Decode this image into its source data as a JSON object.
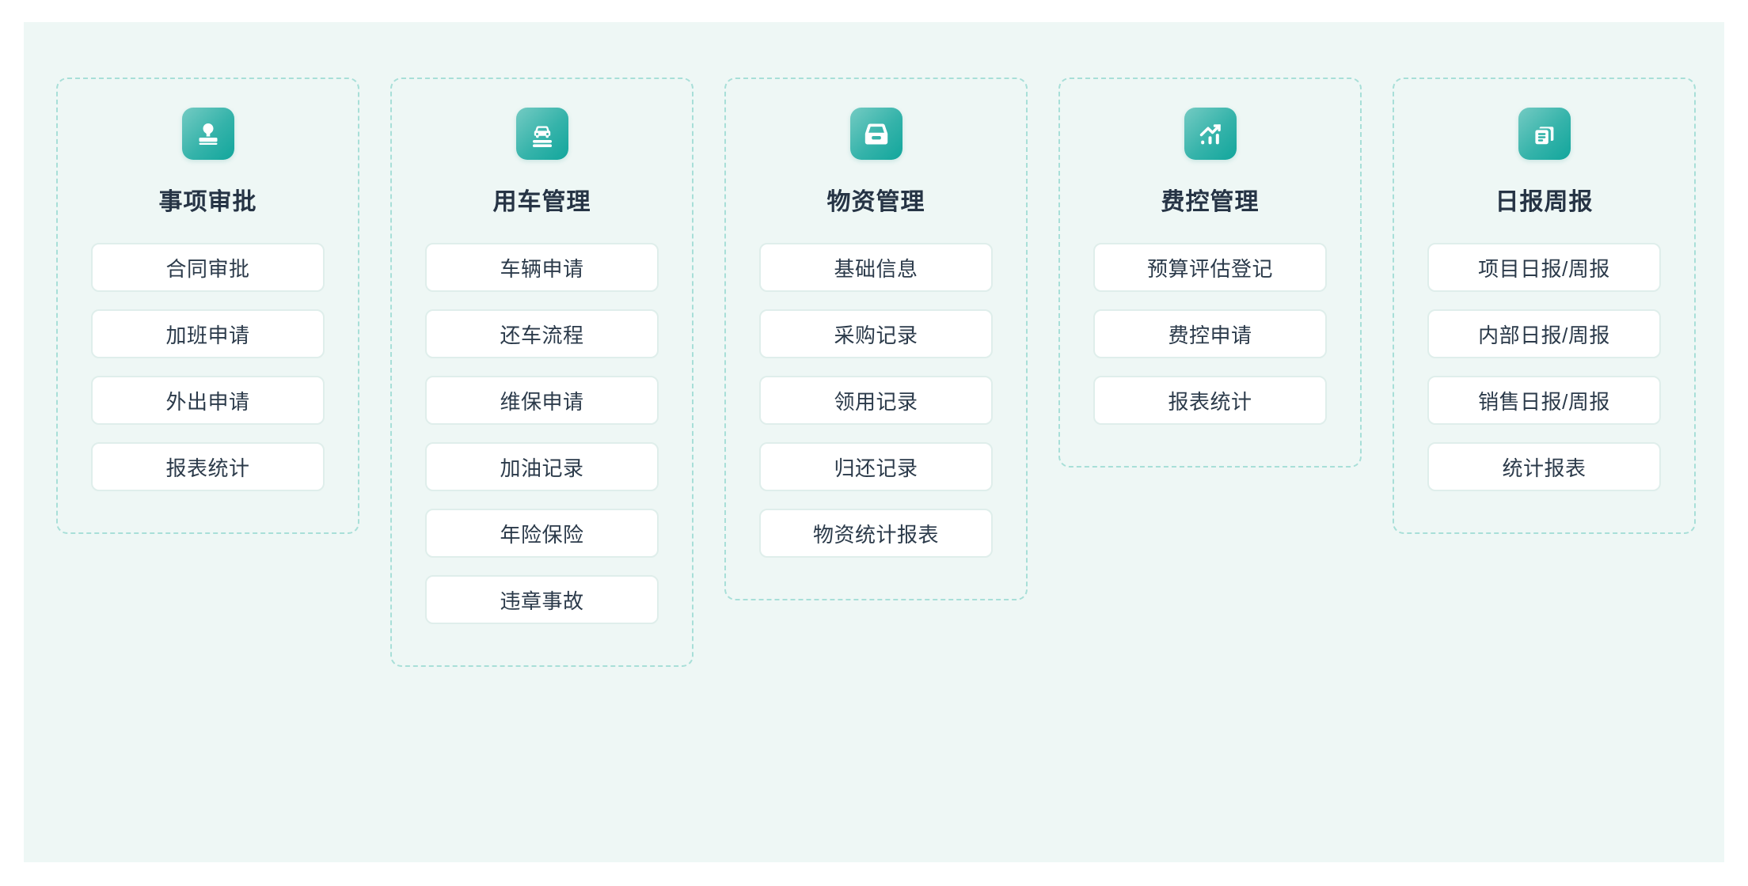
{
  "theme": {
    "page_background": "#ffffff",
    "canvas_background": "#eef7f5",
    "dashed_border": "#a8dfd8",
    "item_background": "#ffffff",
    "item_border": "#dfeeeb",
    "text_color": "#2b3a4a",
    "title_color": "#263445",
    "icon_gradient_from": "#74cbc3",
    "icon_gradient_to": "#12a69c"
  },
  "columns": [
    {
      "icon": "stamp-icon",
      "title": "事项审批",
      "items": [
        "合同审批",
        "加班申请",
        "外出申请",
        "报表统计"
      ]
    },
    {
      "icon": "car-document-icon",
      "title": "用车管理",
      "items": [
        "车辆申请",
        "还车流程",
        "维保申请",
        "加油记录",
        "年险保险",
        "违章事故"
      ]
    },
    {
      "icon": "storage-box-icon",
      "title": "物资管理",
      "items": [
        "基础信息",
        "采购记录",
        "领用记录",
        "归还记录",
        "物资统计报表"
      ]
    },
    {
      "icon": "chart-trend-icon",
      "title": "费控管理",
      "items": [
        "预算评估登记",
        "费控申请",
        "报表统计"
      ]
    },
    {
      "icon": "documents-icon",
      "title": "日报周报",
      "items": [
        "项目日报/周报",
        "内部日报/周报",
        "销售日报/周报",
        "统计报表"
      ]
    }
  ]
}
